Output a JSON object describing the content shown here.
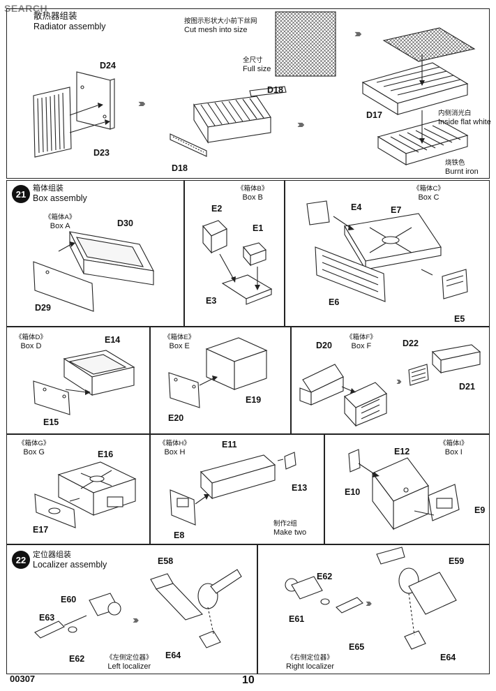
{
  "watermark": "SEARCH",
  "step20": {
    "title_cn": "散热器组装",
    "title_en": "Radiator assembly",
    "parts": {
      "d24": "D24",
      "d23": "D23",
      "d18a": "D18",
      "d18b": "D18",
      "d17": "D17"
    },
    "note_cut_cn": "按图示形状大小前下丝网",
    "note_cut_en": "Cut mesh into size",
    "note_full_cn": "全尺寸",
    "note_full_en": "Full size",
    "note_inside_cn": "内侧消光白",
    "note_inside_en": "Inside flat white",
    "note_burnt_cn": "烧铁色",
    "note_burnt_en": "Burnt iron"
  },
  "step21": {
    "number": "21",
    "title_cn": "箱体组装",
    "title_en": "Box assembly",
    "boxA": {
      "cn": "《箱体A》",
      "en": "Box A",
      "parts": {
        "d30": "D30",
        "d29": "D29"
      }
    },
    "boxB": {
      "cn": "《箱体B》",
      "en": "Box B",
      "parts": {
        "e2": "E2",
        "e1": "E1",
        "e3": "E3"
      }
    },
    "boxC": {
      "cn": "《箱体C》",
      "en": "Box C",
      "parts": {
        "e4": "E4",
        "e7": "E7",
        "e6": "E6",
        "e5": "E5"
      }
    },
    "boxD": {
      "cn": "《箱体D》",
      "en": "Box D",
      "parts": {
        "e14": "E14",
        "e15": "E15"
      }
    },
    "boxE": {
      "cn": "《箱体E》",
      "en": "Box E",
      "parts": {
        "e19": "E19",
        "e20": "E20"
      }
    },
    "boxF": {
      "cn": "《箱体F》",
      "en": "Box F",
      "parts": {
        "d20": "D20",
        "d22": "D22",
        "d21": "D21"
      }
    },
    "boxG": {
      "cn": "《箱体G》",
      "en": "Box G",
      "parts": {
        "e16": "E16",
        "e17": "E17"
      }
    },
    "boxH": {
      "cn": "《箱体H》",
      "en": "Box H",
      "parts": {
        "e11": "E11",
        "e13": "E13",
        "e8": "E8"
      },
      "note_cn": "制作2组",
      "note_en": "Make two"
    },
    "boxI": {
      "cn": "《箱体I》",
      "en": "Box I",
      "parts": {
        "e12": "E12",
        "e10": "E10",
        "e9": "E9"
      }
    }
  },
  "step22": {
    "number": "22",
    "title_cn": "定位器组装",
    "title_en": "Localizer assembly",
    "left": {
      "cn": "《左侧定位器》",
      "en": "Left localizer",
      "parts": {
        "e58": "E58",
        "e60": "E60",
        "e63": "E63",
        "e62": "E62",
        "e64": "E64"
      }
    },
    "right": {
      "cn": "《右侧定位器》",
      "en": "Right localizer",
      "parts": {
        "e62": "E62",
        "e61": "E61",
        "e65": "E65",
        "e59": "E59",
        "e64": "E64"
      }
    }
  },
  "footer": {
    "code": "00307",
    "page": "10"
  }
}
